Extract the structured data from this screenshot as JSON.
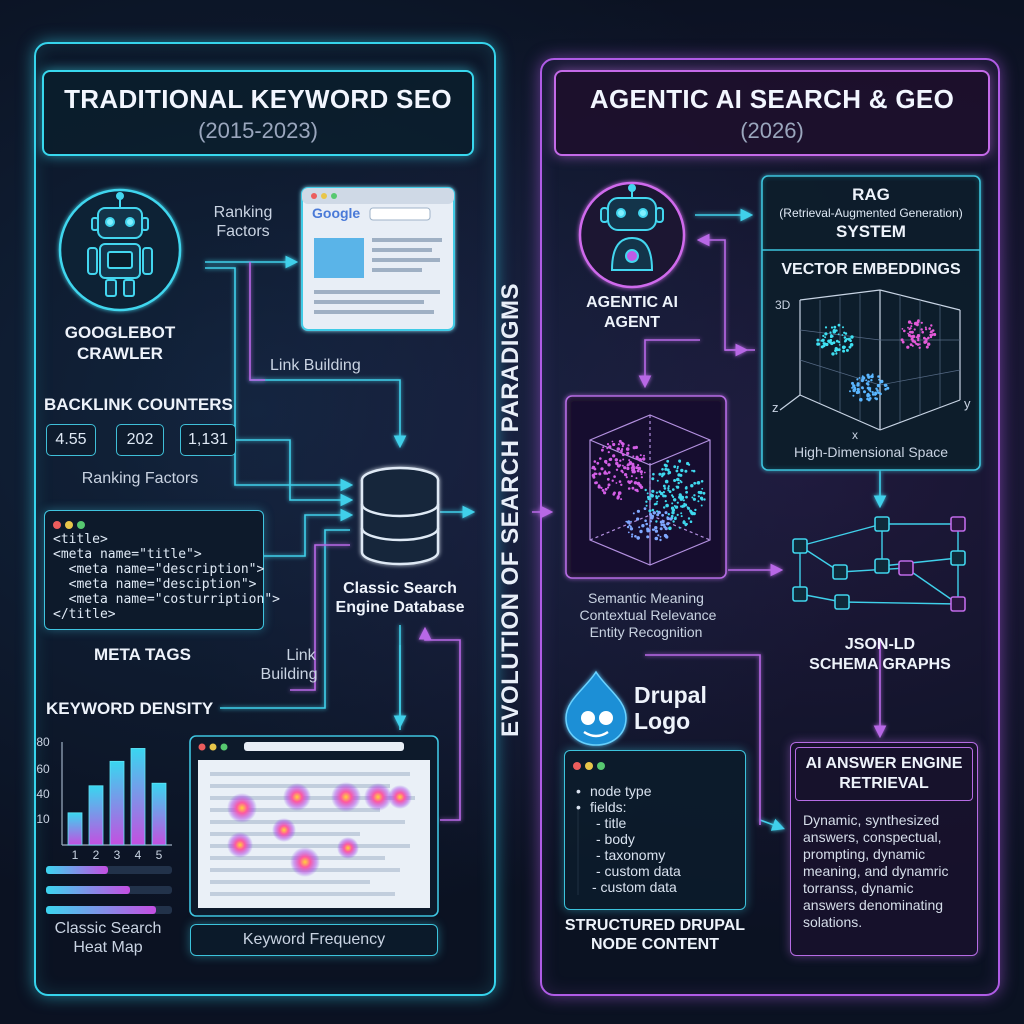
{
  "center_title": "EVOLUTION OF SEARCH PARADIGMS",
  "left": {
    "title": "TRADITIONAL KEYWORD SEO",
    "subtitle": "(2015-2023)",
    "crawler_label_1": "GOOGLEBOT",
    "crawler_label_2": "CRAWLER",
    "ranking_factors_label_1": "Ranking",
    "ranking_factors_label_2": "Factors",
    "google_logo": "Google",
    "link_building_top": "Link Building",
    "backlink_counters_title": "BACKLINK COUNTERS",
    "counters": [
      "4.55",
      "202",
      "1,131"
    ],
    "counters_caption": "Ranking Factors",
    "meta_code": [
      "<title>",
      "<meta name=\"title\">",
      "  <meta name=\"description\">",
      "  <meta name=\"desciption\">",
      "  <meta name=\"costurription\">",
      "</title>"
    ],
    "meta_tags_title": "META TAGS",
    "database_label_1": "Classic Search",
    "database_label_2": "Engine Database",
    "link_building_bottom_1": "Link",
    "link_building_bottom_2": "Building",
    "keyword_density_title": "KEYWORD DENSITY",
    "bar_chart": {
      "y_ticks": [
        "80",
        "60",
        "40",
        "10"
      ],
      "categories": [
        "1",
        "2",
        "3",
        "4",
        "5"
      ],
      "values": [
        25,
        46,
        65,
        75,
        48
      ]
    },
    "heatmap_caption_1": "Classic Search",
    "heatmap_caption_2": "Heat Map",
    "keyword_frequency_label": "Keyword Frequency"
  },
  "right": {
    "title": "AGENTIC AI SEARCH & GEO",
    "subtitle": "(2026)",
    "agent_label_1": "AGENTIC AI",
    "agent_label_2": "AGENT",
    "rag_title": "RAG",
    "rag_subtitle": "(Retrieval-Augmented Generation)",
    "rag_system": "SYSTEM",
    "vector_title": "VECTOR EMBEDDINGS",
    "axis_3d": "3D",
    "axis_x": "x",
    "axis_y": "y",
    "axis_z": "z",
    "high_dim_label": "High-Dimensional Space",
    "semantic_lines": [
      "Semantic Meaning",
      "Contextual Relevance",
      "Entity Recognition"
    ],
    "drupal_1": "Drupal",
    "drupal_2": "Logo",
    "node_lines": [
      "node type",
      "fields:",
      "- title",
      "- body",
      "- taxonomy",
      "- custom data",
      "- custom data"
    ],
    "structured_title_1": "STRUCTURED DRUPAL",
    "structured_title_2": "NODE CONTENT",
    "jsonld_title_1": "JSON-LD",
    "jsonld_title_2": "SCHEMA GRAPHS",
    "answer_title_1": "AI ANSWER ENGINE",
    "answer_title_2": "RETRIEVAL",
    "answer_lines": [
      "Dynamic, synthesized",
      "answers, conspectual,",
      "prompting, dynamic",
      "meaning, and dynamric",
      "torranss, dynamic",
      "answers denominating",
      "solations."
    ]
  },
  "colors": {
    "cyan": "#36d4ec",
    "purple": "#b05ce6",
    "background": "#0b1222"
  }
}
